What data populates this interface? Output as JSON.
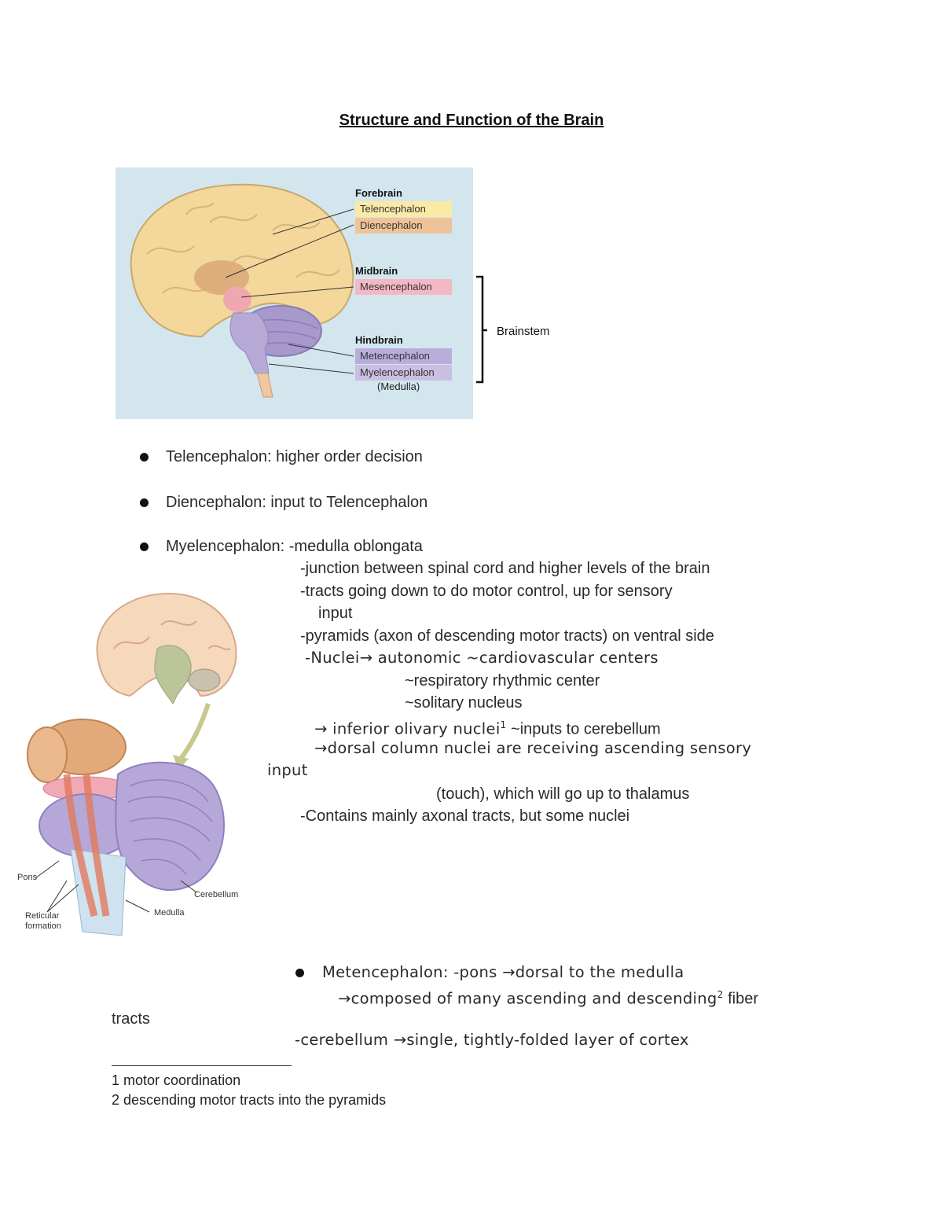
{
  "title": "Structure and Function of the Brain",
  "figure1": {
    "forebrain": "Forebrain",
    "telencephalon": "Telencephalon",
    "diencephalon": "Diencephalon",
    "midbrain": "Midbrain",
    "mesencephalon": "Mesencephalon",
    "hindbrain": "Hindbrain",
    "metencephalon": "Metencephalon",
    "myelencephalon": "Myelencephalon",
    "medulla": "(Medulla)",
    "brainstem": "Brainstem"
  },
  "bullets": {
    "telencephalon": "Telencephalon: higher order decision",
    "diencephalon": "Diencephalon: input to Telencephalon",
    "myelencephalon": "Myelencephalon: -medulla oblongata"
  },
  "myel_lines": {
    "l1": "-junction between spinal cord and higher levels of the brain",
    "l2": "-tracts going down to do motor control, up for sensory",
    "l3": "input",
    "l4": "-pyramids (axon of descending motor tracts) on ventral side",
    "l5": "-Nuclei→ autonomic ~cardiovascular centers",
    "l6": "~respiratory rhythmic center",
    "l7": "~solitary nucleus",
    "l8a": "→ inferior olivary nuclei",
    "l8sup": "1",
    "l8b": " ~inputs to cerebellum",
    "l9": "→dorsal column nuclei are receiving ascending sensory",
    "l10": "input",
    "l11": "(touch), which will go up to thalamus",
    "l12": "-Contains mainly axonal tracts, but some nuclei"
  },
  "figure2": {
    "pons": "Pons",
    "reticular": "Reticular",
    "formation": "formation",
    "medulla": "Medulla",
    "cerebellum": "Cerebellum"
  },
  "metencephalon": {
    "l1": "Metencephalon: -pons →dorsal to the medulla",
    "l2a": "→composed of many ascending and descending",
    "l2sup": "2",
    "l2b": " fiber",
    "l3": "tracts",
    "l4": "-cerebellum →single, tightly-folded layer of cortex"
  },
  "footnotes": {
    "f1": "1 motor coordination",
    "f2": "2 descending motor tracts into the pyramids"
  }
}
